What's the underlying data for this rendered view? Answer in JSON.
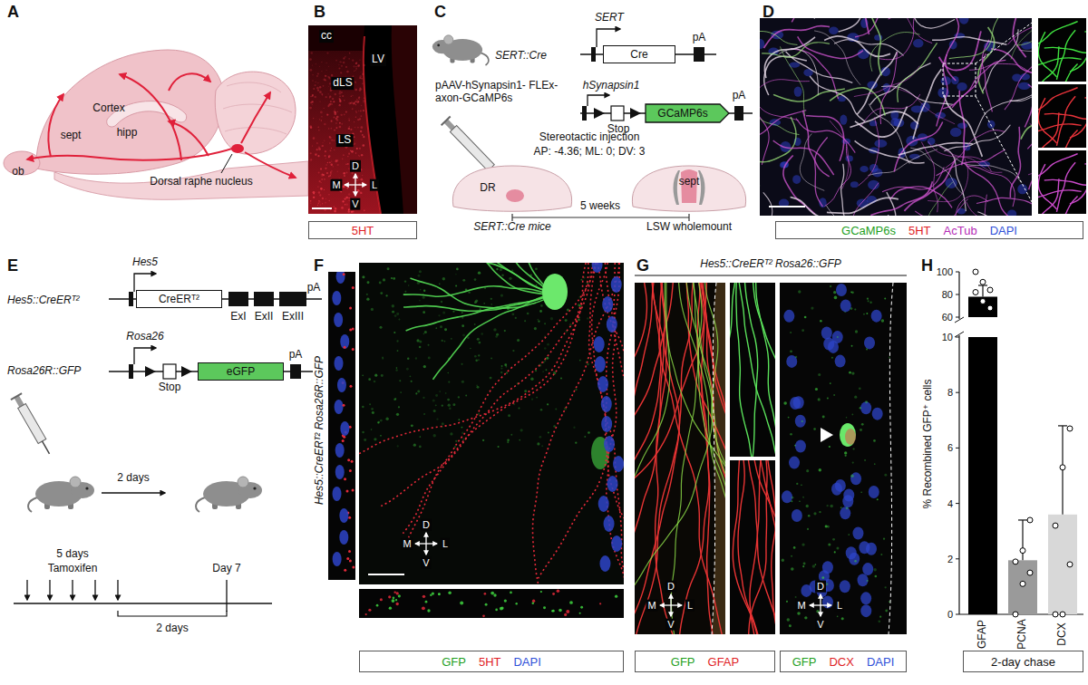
{
  "diagram": {
    "nodes": [
      {
        "text": [
          "5HT"
        ]
      },
      {
        "text": [
          "Cre"
        ]
      },
      {
        "text": [
          "GCaMP6s"
        ]
      },
      {
        "text": [
          "GCaMP6s",
          "5HT",
          "AcTub",
          "DAPI"
        ]
      },
      {
        "text": [
          "CreERᵀ²"
        ]
      },
      {
        "text": [
          "eGFP"
        ]
      },
      {
        "text": [
          "GFP",
          "5HT",
          "DAPI"
        ]
      },
      {
        "text": [
          "GFP",
          "GFAP"
        ]
      },
      {
        "text": [
          "GFP",
          "DCX",
          "DAPI"
        ]
      },
      {
        "text": [
          "2-day chase"
        ]
      }
    ],
    "labels": [
      "A",
      "B",
      "C",
      "D",
      "E",
      "F",
      "G",
      "H",
      "Cortex",
      "hipp",
      "sept",
      "ob",
      "Dorsal raphe nucleus",
      "cc",
      "LV",
      "dLS",
      "LS",
      "D",
      "M",
      "L",
      "V",
      "SERT::Cre",
      "SERT",
      "pA",
      "hSynapsin1",
      "pAAV-hSynapsin1- FLEx-axon-GCaMP6s",
      "Stop",
      "pA",
      "Stereotactic injection",
      "AP: -4.36; ML: 0; DV: 3",
      "DR",
      "sept",
      "5 weeks",
      "SERT::Cre mice",
      "LSW wholemount",
      "Hes5",
      "pA",
      "Hes5::CreERᵀ²",
      "ExI",
      "ExII",
      "ExIII",
      "Rosa26",
      "pA",
      "Stop",
      "Rosa26R::GFP",
      "2 days",
      "5 days",
      "Tamoxifen",
      "Day 7",
      "2 days",
      "Hes5::CreERᵀ² Rosa26R::GFP",
      "D",
      "M",
      "L",
      "V",
      "Hes5::CreERᵀ² Rosa26::GFP",
      "D",
      "M",
      "L",
      "V",
      "D",
      "M",
      "L",
      "V",
      "% Recombined GFP⁺ cells",
      "100",
      "80",
      "60",
      "10",
      "8",
      "6",
      "4",
      "2",
      "0",
      "GFAP",
      "PCNA",
      "DCX"
    ]
  }
}
